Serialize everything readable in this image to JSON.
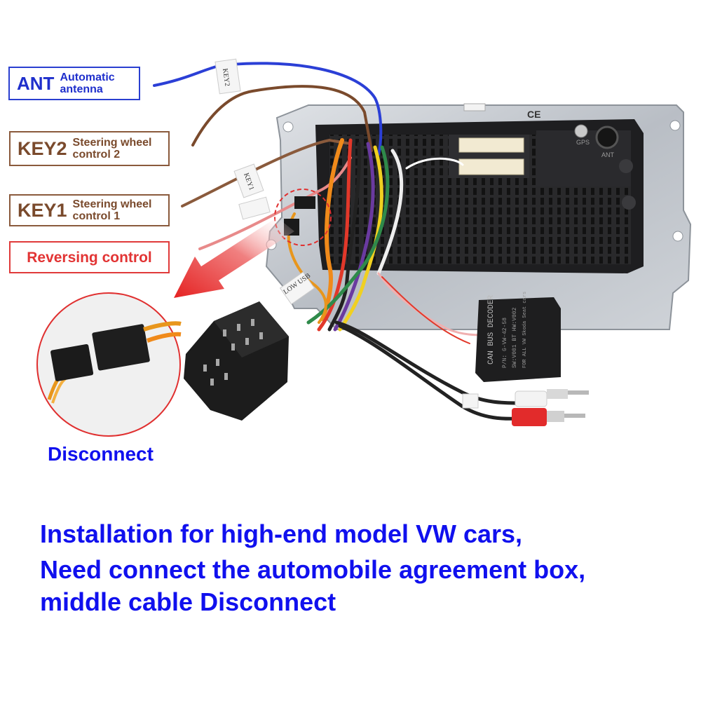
{
  "labels": {
    "ant": {
      "code": "ANT",
      "desc_line1": "Automatic",
      "desc_line2": "antenna"
    },
    "key2": {
      "code": "KEY2",
      "desc_line1": "Steering wheel",
      "desc_line2": "control 2"
    },
    "key1": {
      "code": "KEY1",
      "desc_line1": "Steering wheel",
      "desc_line2": "control 1"
    },
    "reversing": {
      "text": "Reversing control"
    }
  },
  "tags": {
    "key2_tag": "KEY2",
    "key1_tag": "KEY1",
    "low_usb_tag": "LOW USB"
  },
  "decoder": {
    "title": "CAN BUS DECODER",
    "line1": "P/N: G-VW-42-58",
    "line2": "SW:V001  BT  HW:V002",
    "line3": "FOR ALL VW Skoda Seat cars"
  },
  "radio": {
    "ce_mark": "CE",
    "gps_label": "GPS",
    "ant_label": "ANT"
  },
  "disconnect_caption": "Disconnect",
  "instructions": {
    "line1": "Installation for high-end model VW cars,",
    "line2": "Need connect the automobile agreement box,",
    "line3": "middle cable Disconnect"
  },
  "colors": {
    "blue_text": "#1010ee",
    "ant_border": "#2a3fd0",
    "key_border": "#8a5a3c",
    "reversing_red": "#e03a3a",
    "arrow_red": "#e52222"
  }
}
